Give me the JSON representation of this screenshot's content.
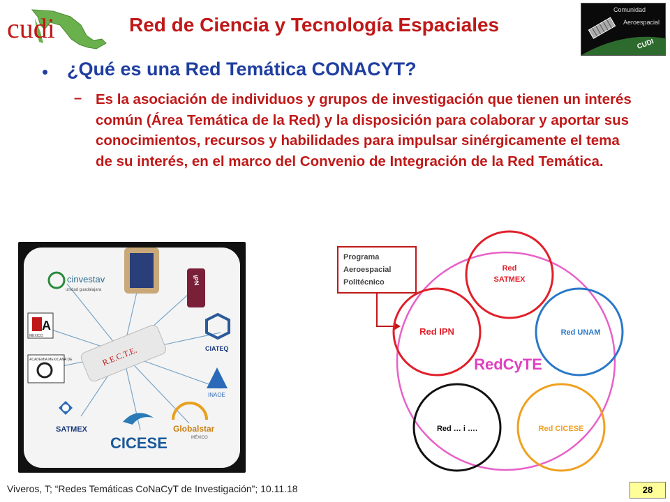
{
  "slide": {
    "title": "Red de Ciencia y Tecnología Espaciales",
    "question": "¿Qué es una Red Temática CONACYT?",
    "definition": "Es la asociación de individuos y grupos de investigación que tienen un interés común (Área Temática de la Red) y la disposición para colaborar y aportar sus conocimientos, recursos y habilidades para impulsar sinérgicamente el tema de su interés, en el marco del Convenio de Integración de la Red Temática.",
    "bullet": "•",
    "dash": "–"
  },
  "logos": {
    "cudi": "cudi",
    "aero_line1": "Comunidad",
    "aero_line2": "Aeroespacial",
    "aero_cudi": "CUDI"
  },
  "network": {
    "center_label": "R.E.C.T.E.",
    "nodes": [
      "cinvestav",
      "unidad guadalajara",
      "IPN",
      "CIATEQ",
      "INAOE",
      "Globalstar",
      "MÉXICO",
      "CICESE",
      "SATMEX",
      "A",
      "MÉXICO",
      "ACADEMIA MEXICANA DE"
    ]
  },
  "venn": {
    "program_box": [
      "Programa",
      "Aeroespacial",
      "Politécnico"
    ],
    "center": "RedCyTE",
    "circles": [
      {
        "label_lines": [
          "Red",
          "SATMEX"
        ],
        "color": "#e0202a"
      },
      {
        "label_lines": [
          "Red IPN"
        ],
        "color": "#e0202a"
      },
      {
        "label_lines": [
          "Red UNAM"
        ],
        "color": "#2a78c8"
      },
      {
        "label_lines": [
          "Red CICESE"
        ],
        "color": "#f0a020"
      },
      {
        "label_lines": [
          "Red … i …."
        ],
        "color": "#111111"
      }
    ],
    "ring_color": "#e860c8"
  },
  "footer": {
    "citation": "Viveros, T; “Redes Temáticas CoNaCyT de Investigación”; 10.11.18",
    "page": "28"
  }
}
